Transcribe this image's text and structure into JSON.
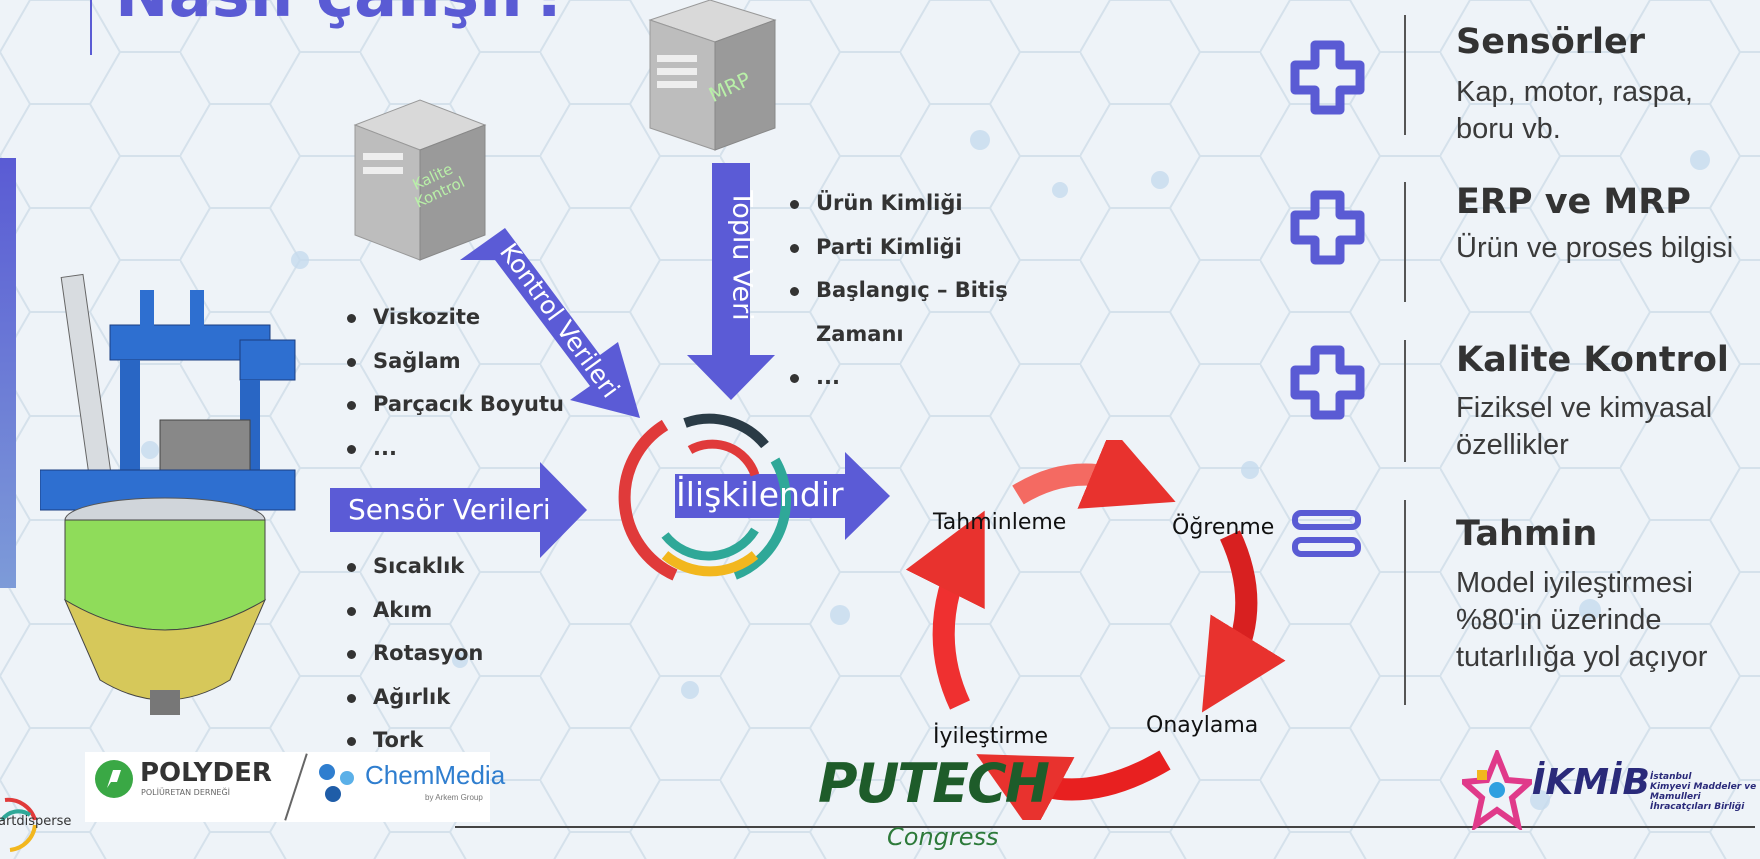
{
  "title": "Nasıl çalışır?",
  "servers": {
    "mrp": "MRP",
    "quality_line1": "Kalite",
    "quality_line2": "Kontrol"
  },
  "arrows": {
    "quality_data": "Kontrol Verileri",
    "bulk_data": "Toplu Veri",
    "sensor_data": "Sensör Verileri",
    "correlate": "İlişkilendir"
  },
  "lists": {
    "properties": [
      "Viskozite",
      "Sağlam",
      "Parçacık Boyutu",
      "..."
    ],
    "product": [
      "Ürün Kimliği",
      "Parti Kimliği",
      "Başlangıç – Bitiş",
      "Zamanı",
      "..."
    ],
    "sensors": [
      "Sıcaklık",
      "Akım",
      "Rotasyon",
      "Ağırlık",
      "Tork",
      "..."
    ]
  },
  "cycle": {
    "predict": "Tahminleme",
    "learn": "Öğrenme",
    "validate": "Onaylama",
    "improve": "İyileştirme"
  },
  "right_panel": [
    {
      "icon": "plus-icon",
      "title": "Sensörler",
      "text": "Kap, motor, raspa, boru vb."
    },
    {
      "icon": "plus-icon",
      "title": "ERP ve MRP",
      "text": "Ürün ve proses bilgisi"
    },
    {
      "icon": "plus-icon",
      "title": "Kalite Kontrol",
      "text": "Fiziksel ve kimyasal özellikler"
    },
    {
      "icon": "equals-icon",
      "title": "Tahmin",
      "text": "Model iyileştirmesi %80'in üzerinde tutarlılığa yol açıyor"
    }
  ],
  "logos": {
    "smartdisperse": "artdisperse",
    "polyder": "POLYDER",
    "polyder_sub": "POLİÜRETAN DERNEĞİ",
    "chemmedia": "ChemMedia",
    "chemmedia_sub": "by Arkem Group",
    "putech": "PUTECH",
    "putech_sub": "Congress",
    "ikmib": "İKMİB",
    "ikmib_line1": "İstanbul",
    "ikmib_line2": "Kimyevi Maddeler ve Mamulleri",
    "ikmib_line3": "İhracatçıları Birliği"
  },
  "colors": {
    "accent": "#5a5bd4",
    "arrow": "#5b5bd6",
    "cycle_red": "#e8322e"
  }
}
